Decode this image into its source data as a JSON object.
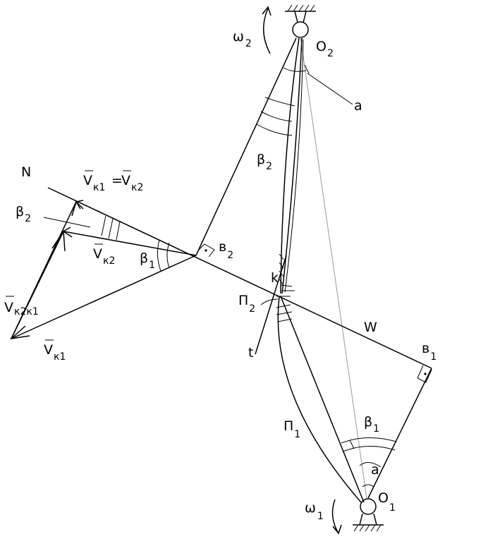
{
  "labels": {
    "omega2": "ω",
    "omega2_sub": "2",
    "O2": "O",
    "O2_sub": "2",
    "a_top": "a",
    "beta2_mid": "β",
    "beta2_mid_sub": "2",
    "N": "N",
    "vk1_eq": "V",
    "vk1_eq_sub": "к1",
    "eq": "=",
    "vk2_eq": "V",
    "vk2_eq_sub": "к2",
    "beta2_left": "β",
    "beta2_left_sub": "2",
    "vk2": "V",
    "vk2_sub": "к2",
    "beta1_left": "β",
    "beta1_left_sub": "1",
    "b2": "в",
    "b2_sub": "2",
    "k": "k",
    "P2": "П",
    "P2_sub": "2",
    "vk2k1": "V",
    "vk2k1_sub": "к2к1",
    "vk1": "V",
    "vk1_sub": "к1",
    "W": "W",
    "t": "t",
    "b1": "в",
    "b1_sub": "1",
    "P1": "П",
    "P1_sub": "1",
    "beta1_bottom": "β",
    "beta1_bottom_sub": "1",
    "a_bottom": "a",
    "O1": "O",
    "O1_sub": "1",
    "omega1": "ω",
    "omega1_sub": "1"
  }
}
